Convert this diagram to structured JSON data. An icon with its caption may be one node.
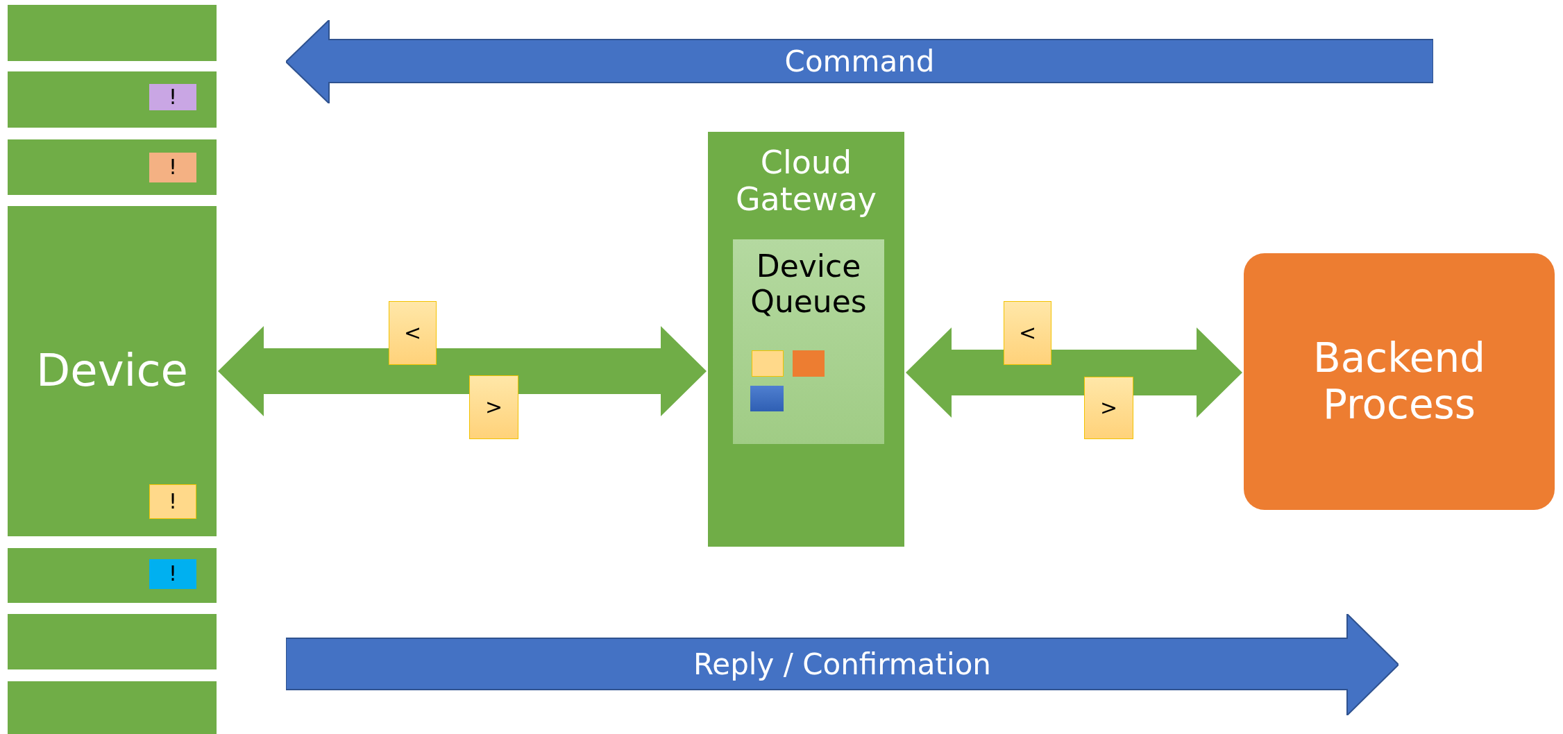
{
  "diagram": {
    "nodes": [
      {
        "text": [],
        "shape": "box"
      },
      {
        "text": [],
        "shape": "box"
      },
      {
        "text": [
          "!"
        ],
        "in": 1
      },
      {
        "text": [],
        "shape": "box"
      },
      {
        "text": [
          "!"
        ],
        "in": 3
      },
      {
        "text": [
          "Device"
        ]
      },
      {
        "text": [
          "!"
        ],
        "in": 5
      },
      {
        "text": [],
        "shape": "box"
      },
      {
        "text": [
          "!"
        ],
        "in": 7
      },
      {
        "text": [],
        "shape": "box"
      },
      {
        "text": [],
        "shape": "box"
      },
      {
        "text": [
          "Command"
        ]
      },
      {
        "text": [
          "Cloud Gateway"
        ]
      },
      {
        "text": [
          "Device Queues"
        ],
        "in": 12
      },
      {
        "text": [],
        "shape": "box",
        "in": 13
      },
      {
        "text": [],
        "shape": "box",
        "in": 13
      },
      {
        "text": [],
        "shape": "box",
        "in": 13
      },
      {
        "text": [
          "Backend Process"
        ]
      },
      {
        "text": [
          "<"
        ]
      },
      {
        "text": [
          ">"
        ]
      },
      {
        "text": [
          "<"
        ]
      },
      {
        "text": [
          ">"
        ]
      },
      {
        "text": [
          "Reply / Confirmation"
        ]
      }
    ],
    "edges": [
      {
        "from": 5,
        "to": 12,
        "arrow": "both"
      },
      {
        "from": 12,
        "to": 17,
        "arrow": "both"
      }
    ]
  }
}
